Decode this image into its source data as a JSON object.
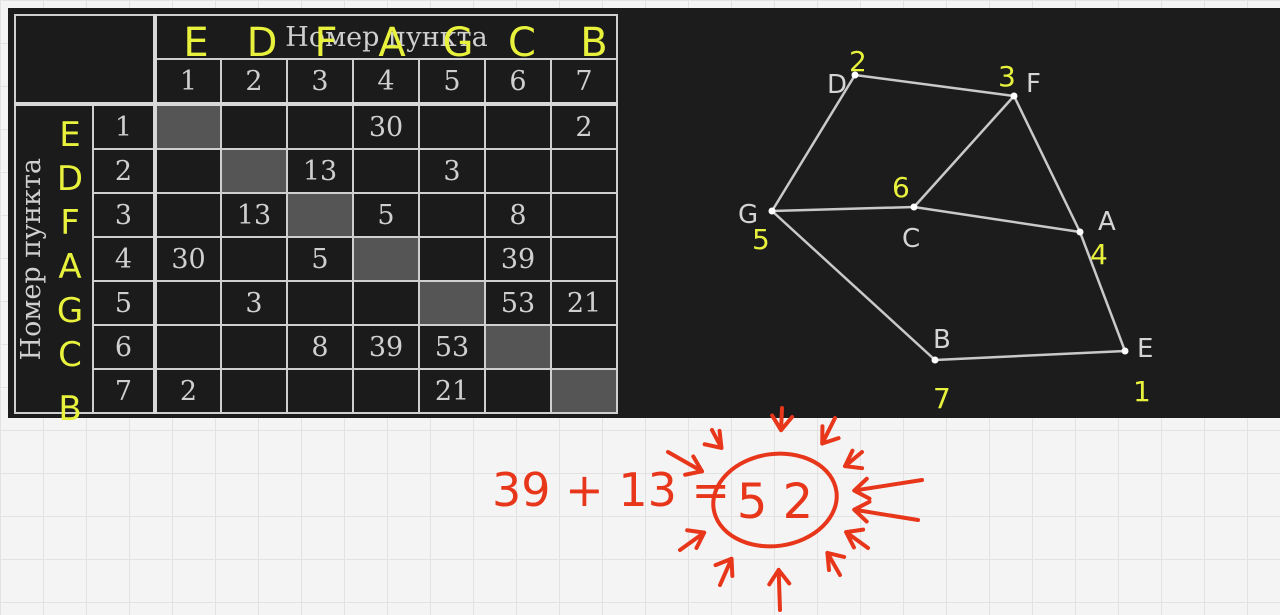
{
  "colors": {
    "panel": "#1c1c1c",
    "handwriting_yellow": "#e8f23c",
    "handwriting_red": "#e8361b",
    "grid_paper": "#f4f4f4"
  },
  "table": {
    "header_title": "Номер пункта",
    "row_title": "Номер пункта",
    "columns": [
      "1",
      "2",
      "3",
      "4",
      "5",
      "6",
      "7"
    ],
    "rows": [
      {
        "label": "1",
        "cells": [
          "",
          "",
          "",
          "30",
          "",
          "",
          "2"
        ]
      },
      {
        "label": "2",
        "cells": [
          "",
          "",
          "13",
          "",
          "3",
          "",
          ""
        ]
      },
      {
        "label": "3",
        "cells": [
          "",
          "13",
          "",
          "5",
          "",
          "8",
          ""
        ]
      },
      {
        "label": "4",
        "cells": [
          "30",
          "",
          "5",
          "",
          "",
          "39",
          ""
        ]
      },
      {
        "label": "5",
        "cells": [
          "",
          "3",
          "",
          "",
          "",
          "53",
          "21"
        ]
      },
      {
        "label": "6",
        "cells": [
          "",
          "",
          "8",
          "39",
          "53",
          "",
          ""
        ]
      },
      {
        "label": "7",
        "cells": [
          "2",
          "",
          "",
          "",
          "21",
          "",
          ""
        ]
      }
    ],
    "col_letters": [
      "E",
      "D",
      "F",
      "A",
      "G",
      "C",
      "B"
    ],
    "row_letters": [
      "E",
      "D",
      "F",
      "A",
      "G",
      "C",
      "B"
    ]
  },
  "graph": {
    "nodes": [
      {
        "id": "D",
        "num": "2"
      },
      {
        "id": "F",
        "num": "3"
      },
      {
        "id": "G",
        "num": "5"
      },
      {
        "id": "C",
        "num": "6"
      },
      {
        "id": "A",
        "num": "4"
      },
      {
        "id": "B",
        "num": "7"
      },
      {
        "id": "E",
        "num": "1"
      }
    ],
    "edges": [
      [
        "D",
        "F"
      ],
      [
        "D",
        "G"
      ],
      [
        "F",
        "C"
      ],
      [
        "F",
        "A"
      ],
      [
        "G",
        "C"
      ],
      [
        "C",
        "A"
      ],
      [
        "G",
        "B"
      ],
      [
        "A",
        "E"
      ],
      [
        "B",
        "E"
      ]
    ]
  },
  "annotation": {
    "equation": "39 + 13 =",
    "answer": "5 2"
  }
}
